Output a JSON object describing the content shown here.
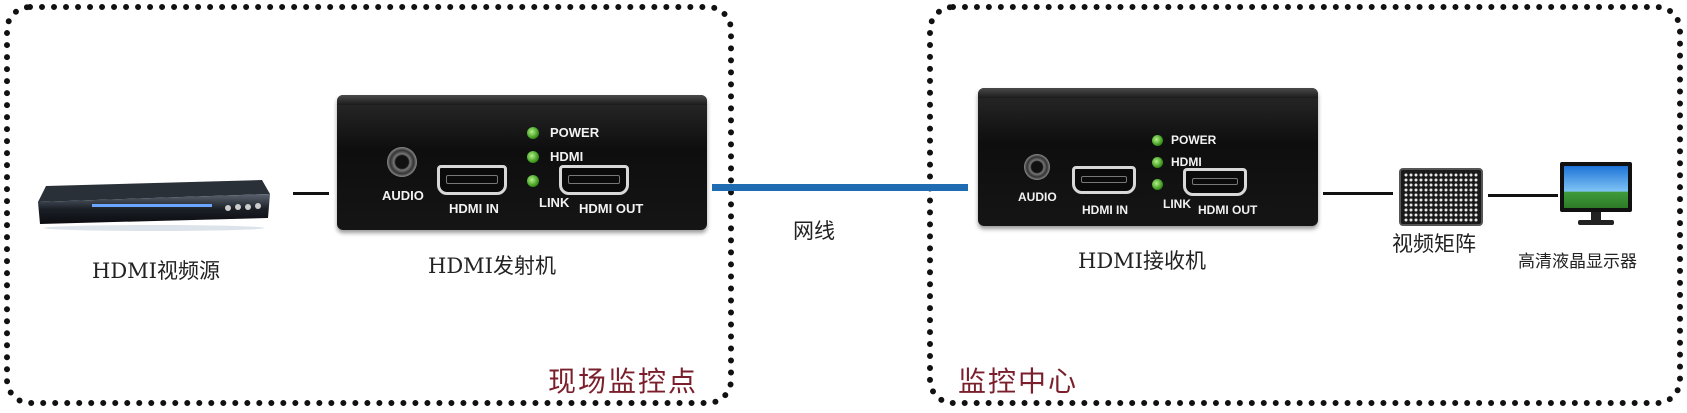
{
  "zones": {
    "site": "现场监控点",
    "center": "监控中心"
  },
  "devices": {
    "source": "HDMI视频源",
    "transmitter": "HDMI发射机",
    "receiver": "HDMI接收机",
    "matrix": "视频矩阵",
    "monitor": "高清液晶显示器"
  },
  "cable_label": "网线",
  "panel": {
    "audio": "AUDIO",
    "hdmi_in": "HDMI IN",
    "hdmi_out": "HDMI OUT",
    "leds": [
      "POWER",
      "HDMI",
      "LINK"
    ]
  },
  "colors": {
    "zone_label": "#7a1f2b",
    "cable": "#1f6cb3",
    "led": "#3e9a1e"
  }
}
